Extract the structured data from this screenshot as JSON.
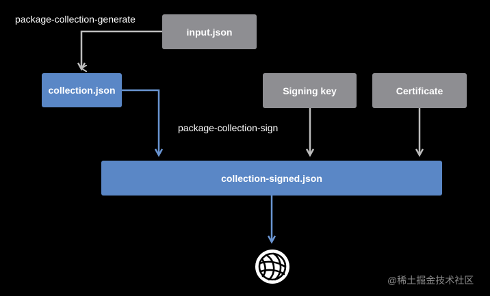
{
  "labels": {
    "generate": "package-collection-generate",
    "sign": "package-collection-sign"
  },
  "boxes": {
    "input_json": "input.json",
    "collection_json": "collection.json",
    "signing_key": "Signing key",
    "certificate": "Certificate",
    "collection_signed_json": "collection-signed.json"
  },
  "icons": {
    "globe": "globe-icon"
  },
  "watermark": "@稀土掘金技术社区",
  "colors": {
    "background": "#000000",
    "gray_box": "#8e8e92",
    "blue_box": "#5a87c6",
    "gray_arrow": "#bdbdbd",
    "blue_arrow": "#6a95d2"
  }
}
